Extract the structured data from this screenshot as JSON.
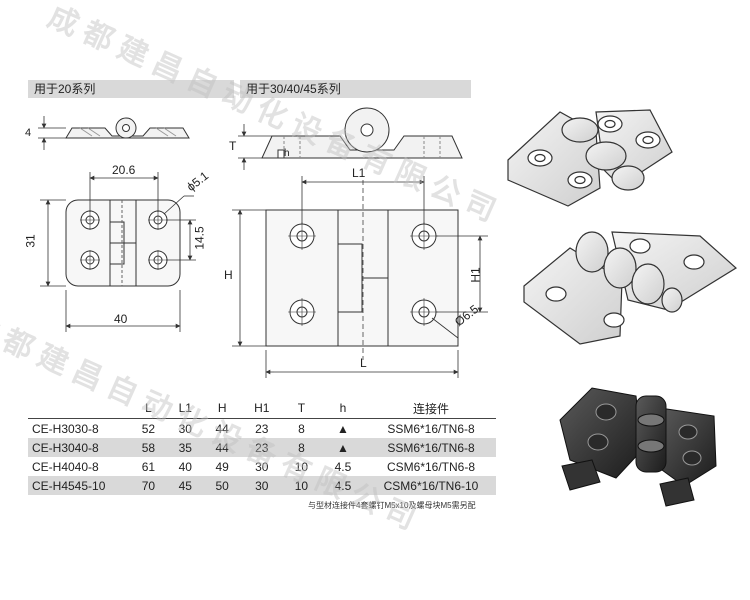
{
  "labels": {
    "series_20": "用于20系列",
    "series_30": "用于30/40/45系列"
  },
  "dimensions": {
    "small_thickness": "4",
    "small_pitch": "20.6",
    "small_hole": "ϕ5.1",
    "small_height": "31",
    "small_hole_pitch": "14.5",
    "small_width": "40",
    "large_T": "T",
    "large_h": "h",
    "large_L1": "L1",
    "large_H": "H",
    "large_H1": "H1",
    "large_hole": "Ø6.5",
    "large_L": "L"
  },
  "table": {
    "headers": [
      "",
      "L",
      "L1",
      "H",
      "H1",
      "T",
      "h",
      "连接件"
    ],
    "rows": [
      [
        "CE-H3030-8",
        "52",
        "30",
        "44",
        "23",
        "8",
        "▲",
        "SSM6*16/TN6-8"
      ],
      [
        "CE-H3040-8",
        "58",
        "35",
        "44",
        "23",
        "8",
        "▲",
        "SSM6*16/TN6-8"
      ],
      [
        "CE-H4040-8",
        "61",
        "40",
        "49",
        "30",
        "10",
        "4.5",
        "CSM6*16/TN6-8"
      ],
      [
        "CE-H4545-10",
        "70",
        "45",
        "50",
        "30",
        "10",
        "4.5",
        "CSM6*16/TN6-10"
      ]
    ]
  },
  "footnote": "与型材连接件4套螺钉M5x10及螺母块M5需另配",
  "watermark": {
    "line1": "成都建昌自动化设备有限公司",
    "line2": "成都建昌自动化设备有限公司"
  },
  "colors": {
    "tag_bg": "#d9d9d9",
    "line": "#333333",
    "dashed": "#666666"
  }
}
